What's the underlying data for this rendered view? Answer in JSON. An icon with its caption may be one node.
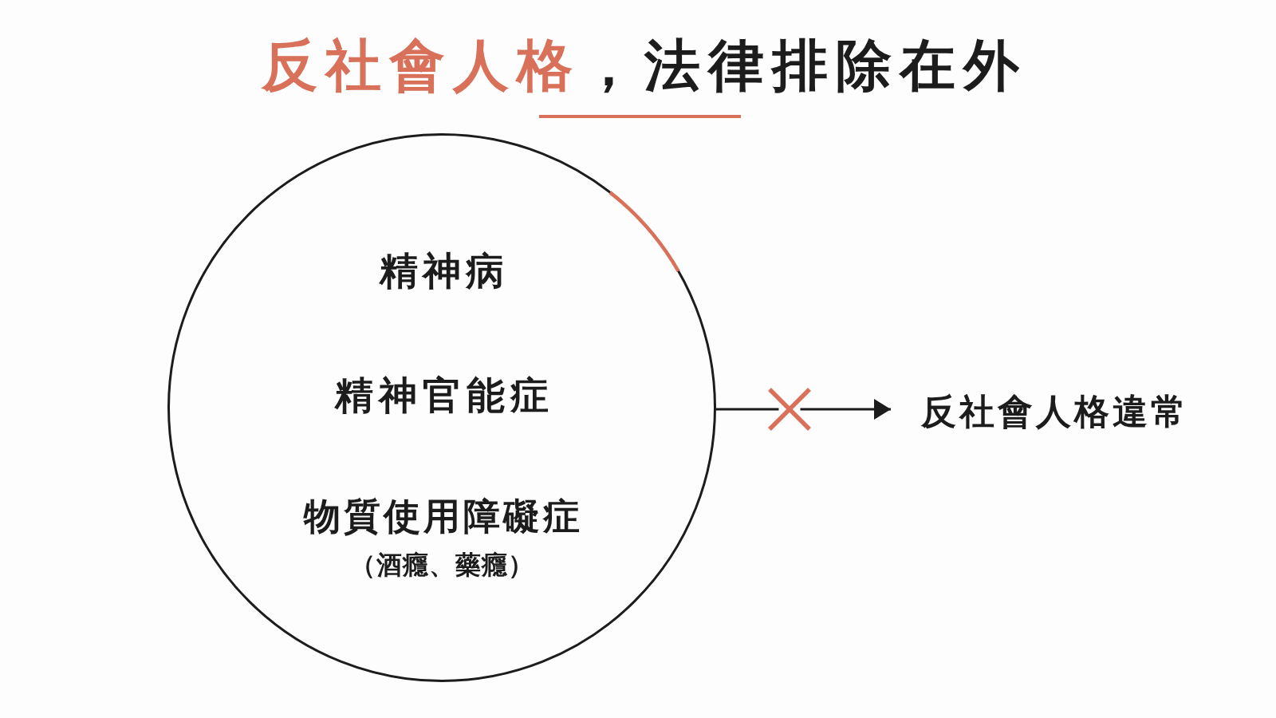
{
  "diagram": {
    "title": "**反社會人格**，法律排除在外",
    "nodes": [
      {
        "text": [
          "精神病",
          "精神官能症",
          "物質使用障礙症",
          "（酒癮、藥癮）"
        ]
      },
      {
        "text": [
          "反社會人格違常"
        ]
      }
    ],
    "edges": [
      {
        "from": 0,
        "to": 1,
        "arrow": "to"
      }
    ]
  }
}
